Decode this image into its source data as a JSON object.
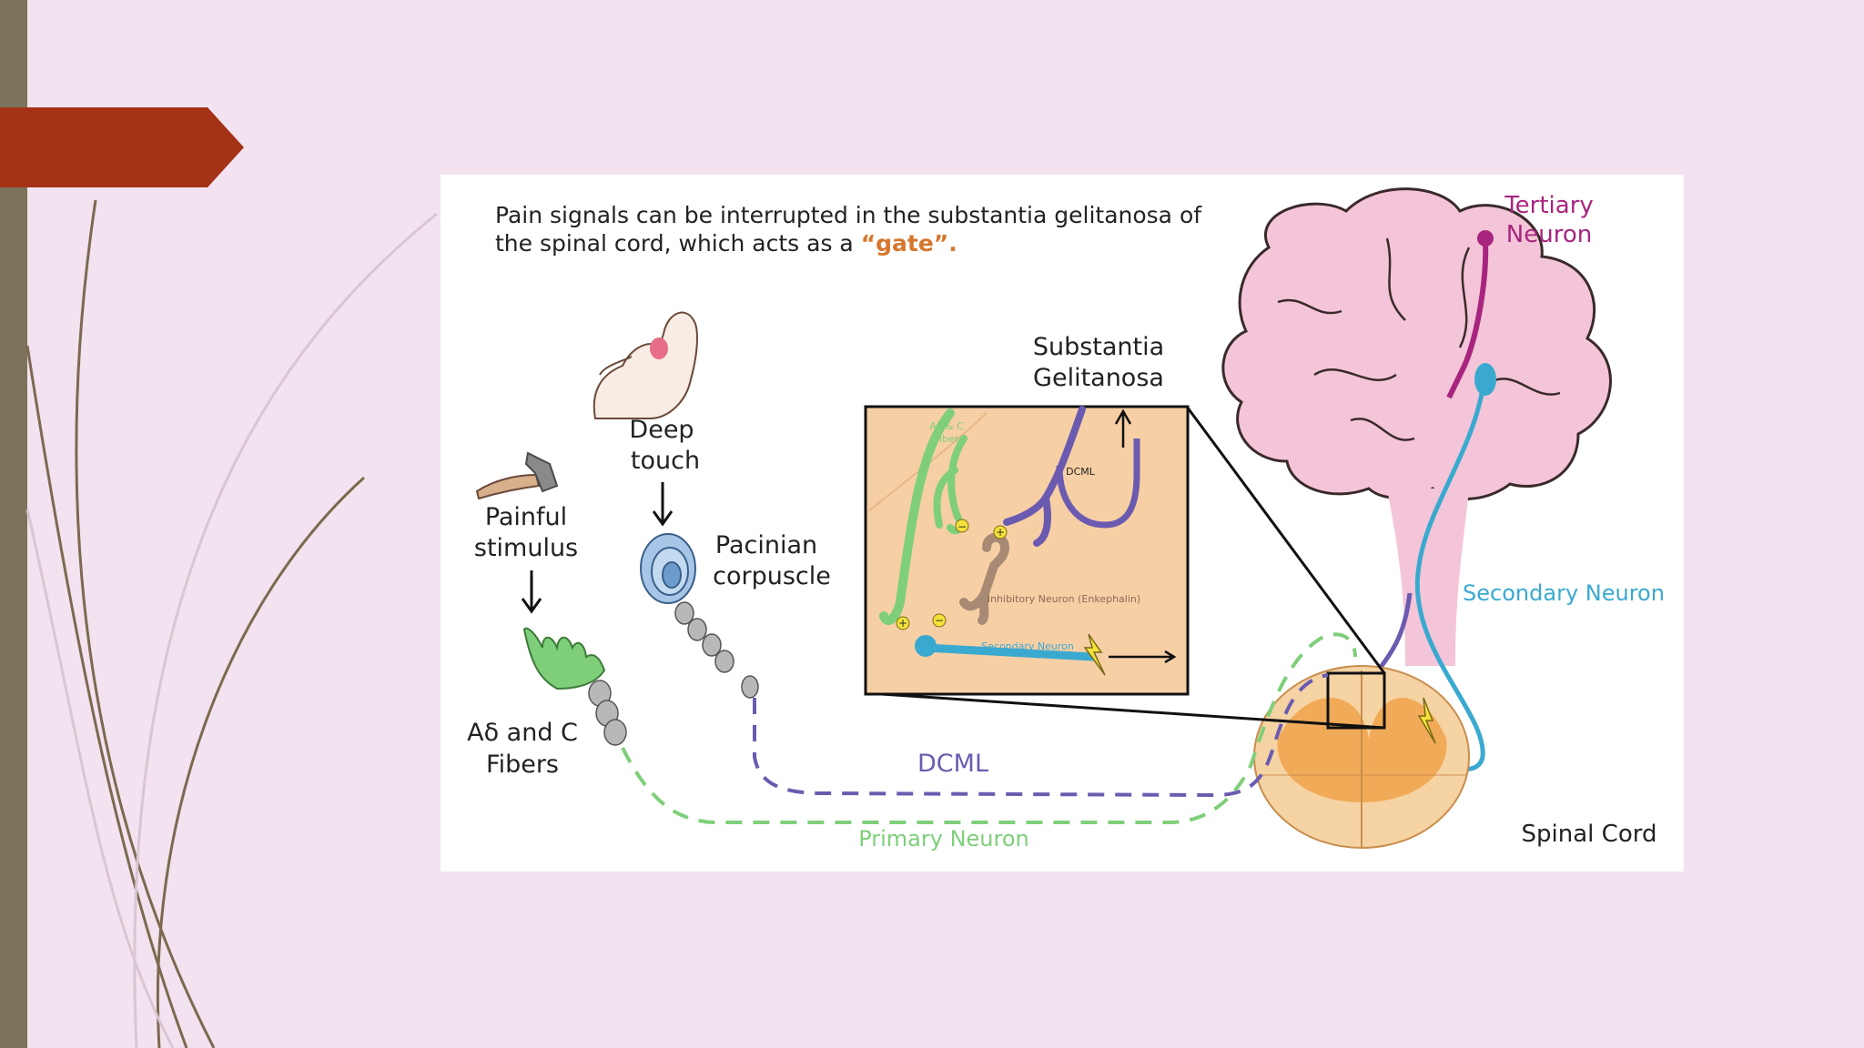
{
  "diagram": {
    "caption": {
      "part1": "Pain signals can be interrupted in the substantia gelitanosa of",
      "part2": "the spinal cord, which acts as a ",
      "gate": "“gate”",
      "period": "."
    },
    "labels": {
      "tertiary_line1": "Tertiary",
      "tertiary_line2": "Neuron",
      "secondary_neuron": "Secondary Neuron",
      "spinal_cord": "Spinal Cord",
      "primary_neuron": "Primary Neuron",
      "dcml": "DCML",
      "painful_line1": "Painful",
      "painful_line2": "stimulus",
      "fibers_line1": "Aδ and C",
      "fibers_line2": "Fibers",
      "deep_line1": "Deep",
      "deep_line2": "touch",
      "pacinian_line1": "Pacinian",
      "pacinian_line2": "corpuscle",
      "sg_line1": "Substantia",
      "sg_line2": "Gelitanosa"
    },
    "inset": {
      "fiber_line1": "Aδ & C",
      "fiber_line2": "Fiber",
      "dcml": "DCML",
      "inhibitory": "Inhibitory Neuron (Enkephalin)",
      "secondary": "Secondary Neuron",
      "plus": "+",
      "minus": "−"
    },
    "colors": {
      "primary_green": "#7fcf7a",
      "dcml_purple": "#6b5bb0",
      "secondary_blue": "#3aa9d0",
      "tertiary_magenta": "#a8257f",
      "gate_orange": "#d6772e",
      "brain_pink": "#f4c5d8",
      "cord_orange": "#f5c184"
    }
  }
}
